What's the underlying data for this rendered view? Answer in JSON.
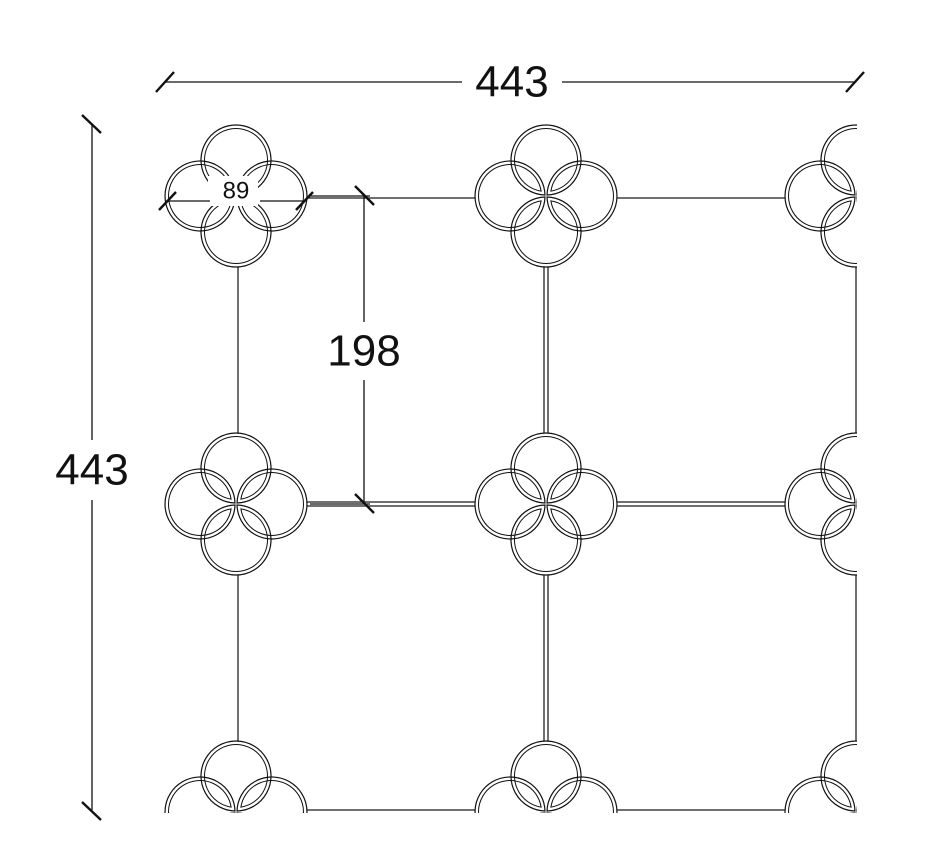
{
  "dimensions": {
    "overall_width": "443",
    "overall_height": "443",
    "tile_size": "198",
    "quatrefoil_width": "89"
  }
}
